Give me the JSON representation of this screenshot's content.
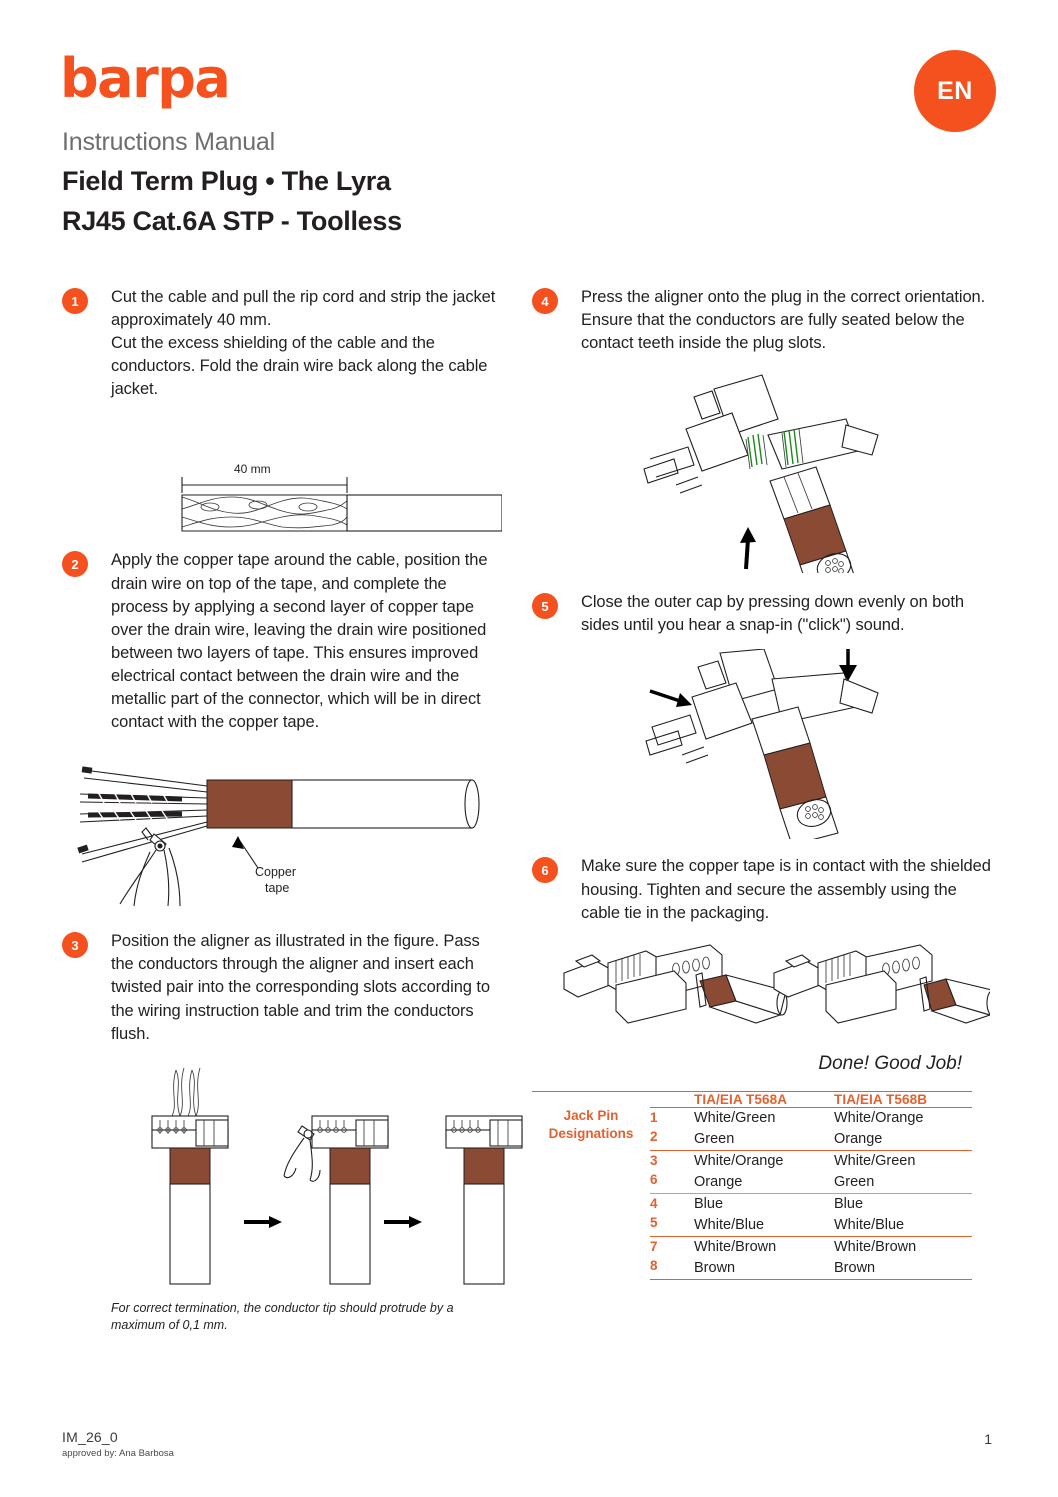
{
  "header": {
    "logo": "barpa",
    "subtitle": "Instructions Manual",
    "title_line1": "Field Term Plug • The Lyra",
    "title_line2": "RJ45 Cat.6A STP - Toolless",
    "language_badge": "EN"
  },
  "colors": {
    "brand_orange": "#F4511E",
    "table_orange": "#E2622F",
    "copper_brown": "#8B4A33",
    "subtitle_gray": "#6E6E6E",
    "body_black": "#231F20"
  },
  "steps": [
    {
      "number": "1",
      "text": "Cut the cable and pull the rip cord and strip the jacket approximately 40 mm.\nCut the excess shielding of the cable and the conductors. Fold the drain wire back along the cable jacket."
    },
    {
      "number": "2",
      "text": "Apply the copper tape around the cable, position the drain wire on top of the tape, and complete the process by applying a second layer of copper tape over the drain wire, leaving the drain wire positioned between two layers of tape. This ensures improved electrical contact between the drain wire and the metallic part of the connector, which will be in direct contact with the copper tape."
    },
    {
      "number": "3",
      "text": "Position the aligner as illustrated in the figure. Pass the conductors through the aligner and insert each twisted pair into the corresponding slots according to the wiring instruction table and trim the conductors flush."
    },
    {
      "number": "4",
      "text": "Press the aligner onto the plug in the correct orientation. Ensure that the conductors are fully seated below the contact teeth inside the plug slots."
    },
    {
      "number": "5",
      "text": "Close the outer cap by pressing down evenly on both sides until you hear a snap-in (\"click\") sound."
    },
    {
      "number": "6",
      "text": "Make sure the copper tape is in contact with the shielded housing. Tighten and secure the assembly using the cable tie in the packaging."
    }
  ],
  "figures": {
    "step1_dimension": "40 mm",
    "step2_label_line1": "Copper",
    "step2_label_line2": "tape",
    "step3_caption": "For correct termination, the conductor tip should protrude by a maximum of 0,1 mm."
  },
  "done_note": "Done! Good Job!",
  "table": {
    "row_label": "Jack Pin\nDesignations",
    "columns": [
      "TIA/EIA T568A",
      "TIA/EIA T568B"
    ],
    "groups": [
      {
        "pins": [
          "1",
          "2"
        ],
        "t568a": [
          "White/Green",
          "Green"
        ],
        "t568b": [
          "White/Orange",
          "Orange"
        ]
      },
      {
        "pins": [
          "3",
          "6"
        ],
        "t568a": [
          "White/Orange",
          "Orange"
        ],
        "t568b": [
          "White/Green",
          "Green"
        ]
      },
      {
        "pins": [
          "4",
          "5"
        ],
        "t568a": [
          "Blue",
          "White/Blue"
        ],
        "t568b": [
          "Blue",
          "White/Blue"
        ]
      },
      {
        "pins": [
          "7",
          "8"
        ],
        "t568a": [
          "White/Brown",
          "Brown"
        ],
        "t568b": [
          "White/Brown",
          "Brown"
        ]
      }
    ]
  },
  "footer": {
    "document_code": "IM_26_0",
    "approved_by": "approved by: Ana Barbosa",
    "page_number": "1"
  }
}
